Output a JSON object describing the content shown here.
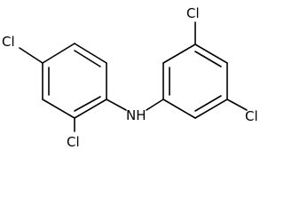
{
  "molecule": {
    "atoms": {
      "cl_left_top": "Cl",
      "cl_left_bottom": "Cl",
      "nh": "NH",
      "cl_right_top": "Cl",
      "cl_right_bottom": "Cl"
    }
  },
  "colors": {
    "bond": "#000000",
    "label": "#000000",
    "background": "#ffffff"
  }
}
